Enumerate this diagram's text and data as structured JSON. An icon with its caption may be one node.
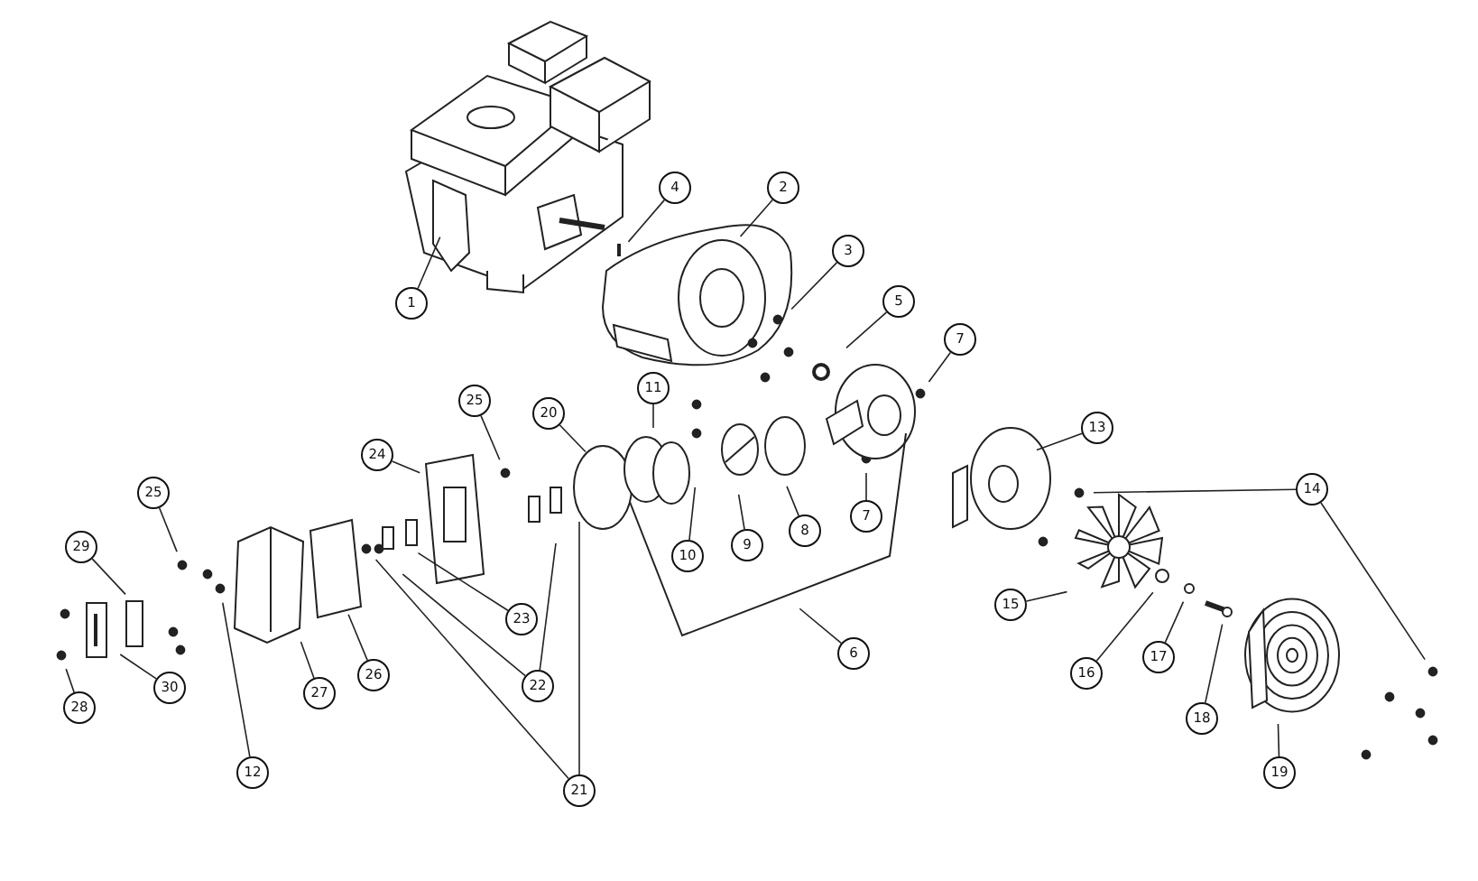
{
  "diagram": {
    "nodes": [
      {
        "text": [
          "2"
        ]
      },
      {
        "text": [
          "4"
        ]
      },
      {
        "text": [
          "3"
        ]
      },
      {
        "text": [
          "5"
        ]
      },
      {
        "text": [
          "1"
        ]
      },
      {
        "text": [
          "7"
        ]
      },
      {
        "text": [
          "11"
        ]
      },
      {
        "text": [
          "25"
        ]
      },
      {
        "text": [
          "20"
        ]
      },
      {
        "text": [
          "13"
        ]
      },
      {
        "text": [
          "24"
        ]
      },
      {
        "text": [
          "14"
        ]
      },
      {
        "text": [
          "25"
        ]
      },
      {
        "text": [
          "7"
        ]
      },
      {
        "text": [
          "8"
        ]
      },
      {
        "text": [
          "9"
        ]
      },
      {
        "text": [
          "29"
        ]
      },
      {
        "text": [
          "10"
        ]
      },
      {
        "text": [
          "15"
        ]
      },
      {
        "text": [
          "23"
        ]
      },
      {
        "text": [
          "6"
        ]
      },
      {
        "text": [
          "17"
        ]
      },
      {
        "text": [
          "16"
        ]
      },
      {
        "text": [
          "26"
        ]
      },
      {
        "text": [
          "22"
        ]
      },
      {
        "text": [
          "30"
        ]
      },
      {
        "text": [
          "27"
        ]
      },
      {
        "text": [
          "28"
        ]
      },
      {
        "text": [
          "18"
        ]
      },
      {
        "text": [
          "19"
        ]
      },
      {
        "text": [
          "12"
        ]
      },
      {
        "text": [
          "21"
        ]
      }
    ],
    "edges": [
      {
        "from": 0,
        "to": null,
        "arrow": "none"
      },
      {
        "from": 1,
        "to": null,
        "arrow": "none"
      },
      {
        "from": 2,
        "to": null,
        "arrow": "none"
      },
      {
        "from": 3,
        "to": null,
        "arrow": "none"
      },
      {
        "from": 4,
        "to": null,
        "arrow": "none"
      },
      {
        "from": 5,
        "to": null,
        "arrow": "none"
      },
      {
        "from": 6,
        "to": null,
        "arrow": "none"
      },
      {
        "from": 7,
        "to": null,
        "arrow": "none"
      },
      {
        "from": 8,
        "to": null,
        "arrow": "none"
      },
      {
        "from": 9,
        "to": null,
        "arrow": "none"
      },
      {
        "from": 10,
        "to": null,
        "arrow": "none"
      },
      {
        "from": 11,
        "to": null,
        "arrow": "none"
      },
      {
        "from": 11,
        "to": null,
        "arrow": "none"
      },
      {
        "from": 12,
        "to": null,
        "arrow": "none"
      },
      {
        "from": 13,
        "to": null,
        "arrow": "none"
      },
      {
        "from": 14,
        "to": null,
        "arrow": "none"
      },
      {
        "from": 15,
        "to": null,
        "arrow": "none"
      },
      {
        "from": 16,
        "to": null,
        "arrow": "none"
      },
      {
        "from": 17,
        "to": null,
        "arrow": "none"
      },
      {
        "from": 18,
        "to": null,
        "arrow": "none"
      },
      {
        "from": 19,
        "to": null,
        "arrow": "none"
      },
      {
        "from": 20,
        "to": null,
        "arrow": "none"
      },
      {
        "from": 21,
        "to": null,
        "arrow": "none"
      },
      {
        "from": 22,
        "to": null,
        "arrow": "none"
      },
      {
        "from": 23,
        "to": null,
        "arrow": "none"
      },
      {
        "from": 24,
        "to": null,
        "arrow": "none"
      },
      {
        "from": 24,
        "to": null,
        "arrow": "none"
      },
      {
        "from": 25,
        "to": null,
        "arrow": "none"
      },
      {
        "from": 26,
        "to": null,
        "arrow": "none"
      },
      {
        "from": 27,
        "to": null,
        "arrow": "none"
      },
      {
        "from": 28,
        "to": null,
        "arrow": "none"
      },
      {
        "from": 29,
        "to": null,
        "arrow": "none"
      },
      {
        "from": 30,
        "to": null,
        "arrow": "none"
      },
      {
        "from": 31,
        "to": null,
        "arrow": "none"
      },
      {
        "from": 31,
        "to": null,
        "arrow": "none"
      }
    ]
  }
}
